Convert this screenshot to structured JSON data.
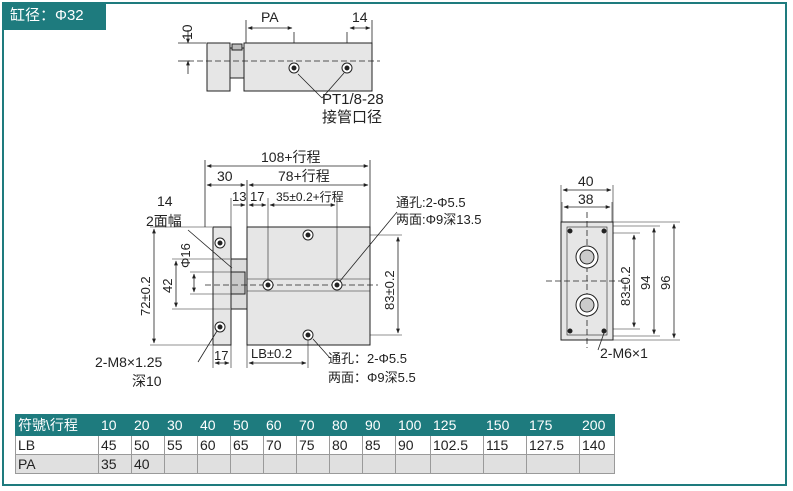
{
  "header": {
    "title": "缸径：Φ32"
  },
  "top_view": {
    "dims": {
      "pa": "PA",
      "d14": "14",
      "d10": "10"
    },
    "port_label": "PT1/8-28",
    "port_desc": "接管口径"
  },
  "front_view": {
    "dims": {
      "total": "108+行程",
      "d30": "30",
      "d78": "78+行程",
      "d13": "13",
      "d17": "17",
      "d35": "35±0.2+行程",
      "d14": "14",
      "faces2": "2面幅",
      "phi16": "Φ16",
      "d42": "42",
      "d72": "72±0.2",
      "d83": "83±0.2",
      "d17b": "17",
      "lb": "LB±0.2"
    },
    "hole_top_1": "通孔:2-Φ5.5",
    "hole_top_2": "两面:Φ9深13.5",
    "thread_1": "2-M8×1.25",
    "thread_2": "深10",
    "hole_bot_1": "通孔：2-Φ5.5",
    "hole_bot_2": "两面：Φ9深5.5"
  },
  "side_view": {
    "dims": {
      "d40": "40",
      "d38": "38",
      "d83": "83±0.2",
      "d94": "94",
      "d96": "96"
    },
    "thread": "2-M6×1"
  },
  "table": {
    "header_label": "符號\\行程",
    "strokes": [
      "10",
      "20",
      "30",
      "40",
      "50",
      "60",
      "70",
      "80",
      "90",
      "100",
      "125",
      "150",
      "175",
      "200"
    ],
    "rows": [
      {
        "label": "LB",
        "values": [
          "45",
          "50",
          "55",
          "60",
          "65",
          "70",
          "75",
          "80",
          "85",
          "90",
          "102.5",
          "115",
          "127.5",
          "140"
        ]
      },
      {
        "label": "PA",
        "values": [
          "35",
          "40"
        ]
      }
    ]
  },
  "colors": {
    "accent": "#1e7b7e",
    "body": "#e6e6e6",
    "line": "#222222"
  }
}
